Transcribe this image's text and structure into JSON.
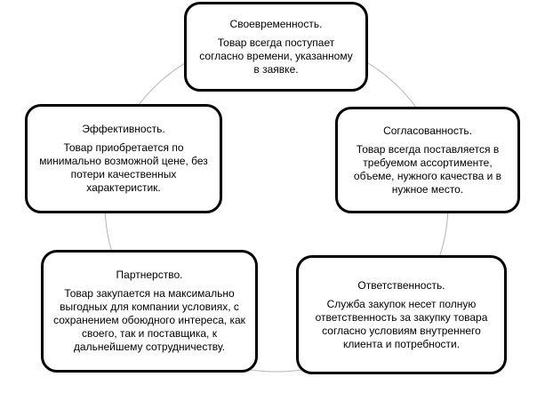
{
  "diagram": {
    "nodes": [
      {
        "title": "Своевременность.",
        "body": "Товар всегда поступает согласно времени, указанному в заявке."
      },
      {
        "title": "Согласованность.",
        "body": "Товар всегда поставляется в требуемом ассортименте, объеме, нужного качества и в нужное место."
      },
      {
        "title": "Ответственность.",
        "body": "Служба закупок несет полную ответственность за закупку товара согласно условиям внутреннего клиента и потребности."
      },
      {
        "title": "Партнерство.",
        "body": "Товар закупается на максимально выгодных для компании условиях, с сохранением обоюдного интереса, как своего, так и поставщика, к дальнейшему сотрудничеству."
      },
      {
        "title": "Эффективность.",
        "body": "Товар приобретается по минимально возможной цене, без потери качественных характеристик."
      }
    ],
    "colors": {
      "border": "#000000",
      "ring": "#b3b3b3",
      "background": "#ffffff"
    }
  }
}
